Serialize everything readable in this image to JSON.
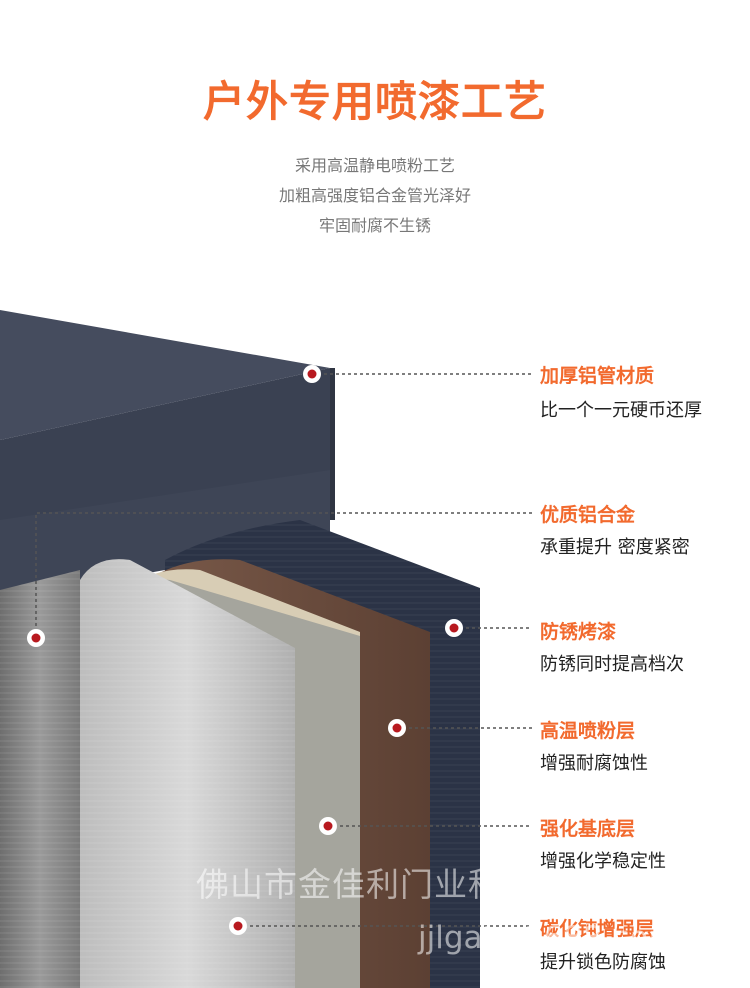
{
  "header": {
    "title": "户外专用喷漆工艺",
    "subtitle_lines": [
      "采用高温静电喷粉工艺",
      "加粗高强度铝合金管光泽好",
      "牢固耐腐不生锈"
    ]
  },
  "features": [
    {
      "label": "加厚铝管材质",
      "desc": "比一个一元硬币还厚"
    },
    {
      "label": "优质铝合金",
      "desc": "承重提升 密度紧密"
    },
    {
      "label": "防锈烤漆",
      "desc": "防锈同时提高档次"
    },
    {
      "label": "高温喷粉层",
      "desc": "增强耐腐蚀性"
    },
    {
      "label": "强化基底层",
      "desc": "增强化学稳定性"
    },
    {
      "label": "碳化钝增强层",
      "desc": "提升锁色防腐蚀"
    }
  ],
  "watermark": {
    "company": "佛山市金佳利门业科技有限公司",
    "site": "jjlgate.1688.com"
  },
  "colors": {
    "accent": "#f26a2e",
    "marker": "#b8191f",
    "dark_profile": "#3e4556"
  }
}
